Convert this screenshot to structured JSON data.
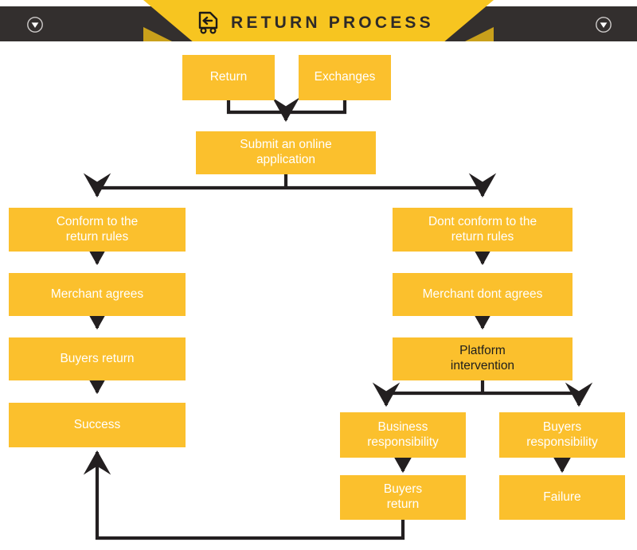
{
  "header": {
    "title": "RETURN PROCESS",
    "icon_left": "chevron-down-circle-icon",
    "icon_right": "chevron-down-circle-icon",
    "icon_center": "return-truck-icon",
    "bar_color": "#332F2E",
    "ribbon_color": "#F7C520",
    "title_color": "#2E2A28"
  },
  "flow": {
    "box_color": "#FBC02D",
    "connector_color": "#231F20",
    "nodes": [
      {
        "id": "return",
        "label": "Return",
        "text_color": "white"
      },
      {
        "id": "exchanges",
        "label": "Exchanges",
        "text_color": "white"
      },
      {
        "id": "submit",
        "label": "Submit an online\napplication",
        "text_color": "white"
      },
      {
        "id": "conform",
        "label": "Conform to the\nreturn rules",
        "text_color": "white"
      },
      {
        "id": "dont-conform",
        "label": "Dont conform to the\nreturn rules",
        "text_color": "white"
      },
      {
        "id": "merchant-agrees",
        "label": "Merchant agrees",
        "text_color": "white"
      },
      {
        "id": "merchant-dont",
        "label": "Merchant dont agrees",
        "text_color": "white"
      },
      {
        "id": "buyers-return-left",
        "label": "Buyers return",
        "text_color": "white"
      },
      {
        "id": "platform",
        "label": "Platform\nintervention",
        "text_color": "dark"
      },
      {
        "id": "success",
        "label": "Success",
        "text_color": "white"
      },
      {
        "id": "business-resp",
        "label": "Business\nresponsibility",
        "text_color": "white"
      },
      {
        "id": "buyers-resp",
        "label": "Buyers\nresponsibility",
        "text_color": "white"
      },
      {
        "id": "buyers-return-bot",
        "label": "Buyers\nreturn",
        "text_color": "white"
      },
      {
        "id": "failure",
        "label": "Failure",
        "text_color": "white"
      }
    ]
  }
}
